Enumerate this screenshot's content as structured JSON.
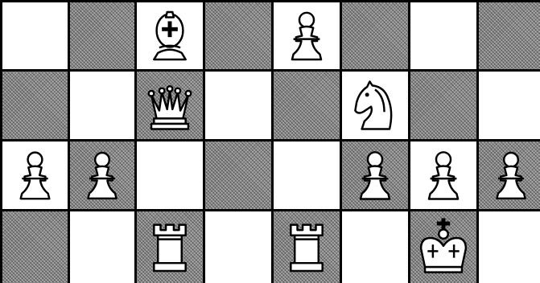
{
  "board": {
    "rows": 4,
    "cols": 8,
    "colors": {
      "light": "#ffffff",
      "dark": "#8a8a8a",
      "piece_fill": "#ffffff",
      "piece_stroke": "#000000"
    },
    "squares": [
      [
        "light",
        "dark",
        "light",
        "dark",
        "light",
        "dark",
        "light",
        "dark"
      ],
      [
        "dark",
        "light",
        "dark",
        "light",
        "dark",
        "light",
        "dark",
        "light"
      ],
      [
        "light",
        "dark",
        "light",
        "dark",
        "light",
        "dark",
        "light",
        "dark"
      ],
      [
        "dark",
        "light",
        "dark",
        "light",
        "dark",
        "light",
        "dark",
        "light"
      ]
    ],
    "pieces": [
      [
        "",
        "",
        "white-bishop",
        "",
        "white-pawn",
        "",
        "",
        ""
      ],
      [
        "",
        "",
        "white-queen",
        "",
        "",
        "white-knight",
        "",
        ""
      ],
      [
        "white-pawn",
        "white-pawn",
        "",
        "",
        "",
        "white-pawn",
        "white-pawn",
        "white-pawn"
      ],
      [
        "",
        "",
        "white-rook",
        "",
        "white-rook",
        "",
        "white-king",
        ""
      ]
    ]
  }
}
